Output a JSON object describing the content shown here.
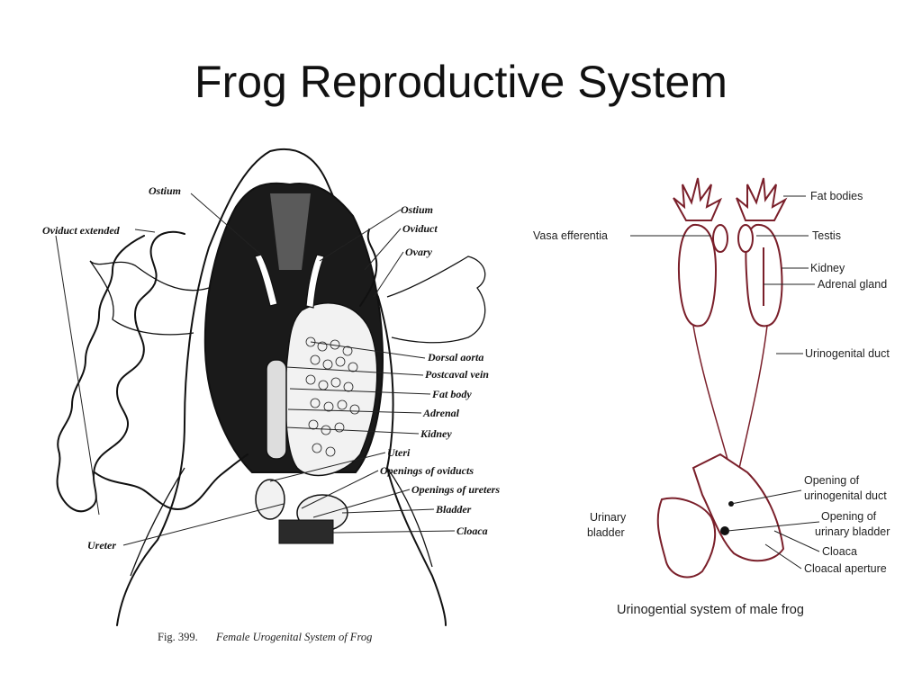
{
  "slide": {
    "title": "Frog Reproductive System"
  },
  "female_figure": {
    "labels": {
      "ostium_left": "Ostium",
      "ostium_right": "Ostium",
      "oviduct_extended": "Oviduct extended",
      "oviduct": "Oviduct",
      "ovary": "Ovary",
      "dorsal_aorta": "Dorsal aorta",
      "postcaval_vein": "Postcaval vein",
      "fat_body": "Fat body",
      "adrenal": "Adrenal",
      "kidney": "Kidney",
      "uteri": "Uteri",
      "openings_oviducts": "Openings of oviducts",
      "openings_ureters": "Openings of ureters",
      "bladder": "Bladder",
      "cloaca": "Cloaca",
      "ureter": "Ureter"
    },
    "caption_number": "Fig. 399.",
    "caption_text": "Female Urogenital System of Frog"
  },
  "male_figure": {
    "labels": {
      "fat_bodies": "Fat bodies",
      "vasa_efferentia": "Vasa efferentia",
      "testis": "Testis",
      "kidney": "Kidney",
      "adrenal_gland": "Adrenal gland",
      "urinogenital_duct": "Urinogenital duct",
      "opening_ug_duct_1": "Opening of",
      "opening_ug_duct_2": "urinogenital duct",
      "urinary_bladder_1": "Urinary",
      "urinary_bladder_2": "bladder",
      "opening_bladder_1": "Opening of",
      "opening_bladder_2": "urinary bladder",
      "cloaca": "Cloaca",
      "cloacal_aperture": "Cloacal aperture"
    },
    "caption": "Urinogential system of male frog"
  }
}
